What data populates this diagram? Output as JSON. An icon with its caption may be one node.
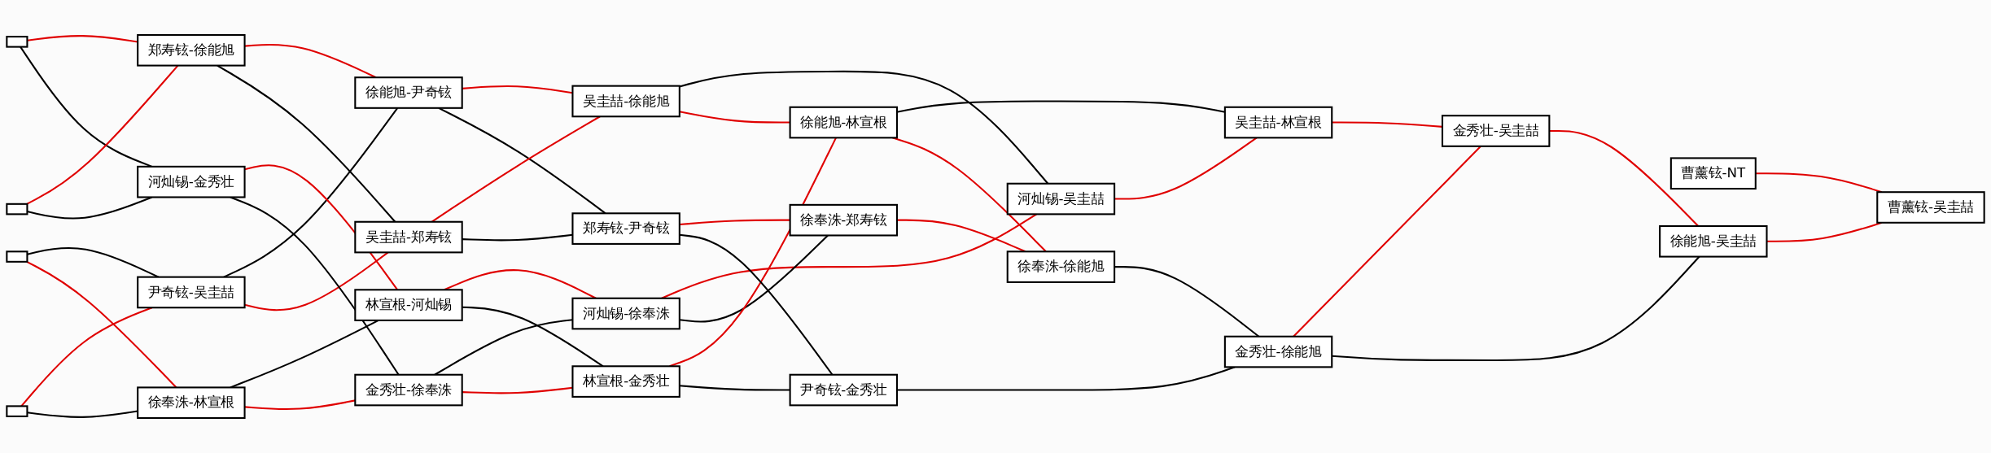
{
  "diagram": {
    "nodes": [
      {
        "text": [],
        "shape": "box"
      },
      {
        "text": [],
        "shape": "box"
      },
      {
        "text": [],
        "shape": "box"
      },
      {
        "text": [],
        "shape": "box"
      },
      {
        "text": [
          "郑寿铉-徐能旭"
        ]
      },
      {
        "text": [
          "尹奇铉-吴圭喆"
        ]
      },
      {
        "text": [
          "河灿锡-金秀壮"
        ]
      },
      {
        "text": [
          "徐奉洙-林宣根"
        ]
      },
      {
        "text": [
          "徐能旭-尹奇铉"
        ]
      },
      {
        "text": [
          "吴圭喆-郑寿铉"
        ]
      },
      {
        "text": [
          "林宣根-河灿锡"
        ]
      },
      {
        "text": [
          "金秀壮-徐奉洙"
        ]
      },
      {
        "text": [
          "吴圭喆-徐能旭"
        ]
      },
      {
        "text": [
          "河灿锡-徐奉洙"
        ]
      },
      {
        "text": [
          "林宣根-金秀壮"
        ]
      },
      {
        "text": [
          "郑寿铉-尹奇铉"
        ]
      },
      {
        "text": [
          "徐能旭-林宣根"
        ]
      },
      {
        "text": [
          "徐奉洙-郑寿铉"
        ]
      },
      {
        "text": [
          "河灿锡-吴圭喆"
        ]
      },
      {
        "text": [
          "尹奇铉-金秀壮"
        ]
      },
      {
        "text": [
          "徐奉洙-徐能旭"
        ]
      },
      {
        "text": [
          "吴圭喆-林宣根"
        ]
      },
      {
        "text": [
          "金秀壮-徐能旭"
        ]
      },
      {
        "text": [
          "金秀壮-吴圭喆"
        ]
      },
      {
        "text": [
          "曹薰铉-NT"
        ]
      },
      {
        "text": [
          "徐能旭-吴圭喆"
        ]
      },
      {
        "text": [
          "曹薰铉-吴圭喆"
        ]
      }
    ],
    "edges": [
      {
        "from": 0,
        "to": 4,
        "arrow": "none"
      },
      {
        "from": 0,
        "to": 6,
        "arrow": "none",
        "color": "#000000"
      },
      {
        "from": 1,
        "to": 4,
        "arrow": "none"
      },
      {
        "from": 1,
        "to": 6,
        "arrow": "none",
        "color": "#000000"
      },
      {
        "from": 2,
        "to": 5,
        "arrow": "none",
        "color": "#000000"
      },
      {
        "from": 2,
        "to": 7,
        "arrow": "none"
      },
      {
        "from": 3,
        "to": 5,
        "arrow": "none"
      },
      {
        "from": 3,
        "to": 7,
        "arrow": "none",
        "color": "#000000"
      },
      {
        "from": 4,
        "to": 8,
        "arrow": "none"
      },
      {
        "from": 4,
        "to": 9,
        "arrow": "none",
        "color": "#000000"
      },
      {
        "from": 5,
        "to": 8,
        "arrow": "none",
        "color": "#000000"
      },
      {
        "from": 5,
        "to": 9,
        "arrow": "none"
      },
      {
        "from": 6,
        "to": 10,
        "arrow": "none"
      },
      {
        "from": 6,
        "to": 11,
        "arrow": "none",
        "color": "#000000"
      },
      {
        "from": 7,
        "to": 10,
        "arrow": "none",
        "color": "#000000"
      },
      {
        "from": 7,
        "to": 11,
        "arrow": "none"
      },
      {
        "from": 8,
        "to": 12,
        "arrow": "none"
      },
      {
        "from": 8,
        "to": 15,
        "arrow": "none",
        "color": "#000000"
      },
      {
        "from": 9,
        "to": 12,
        "arrow": "none"
      },
      {
        "from": 9,
        "to": 15,
        "arrow": "none",
        "color": "#000000"
      },
      {
        "from": 10,
        "to": 13,
        "arrow": "none"
      },
      {
        "from": 10,
        "to": 14,
        "arrow": "none",
        "color": "#000000"
      },
      {
        "from": 11,
        "to": 13,
        "arrow": "none",
        "color": "#000000"
      },
      {
        "from": 11,
        "to": 14,
        "arrow": "none"
      },
      {
        "from": 12,
        "to": 18,
        "arrow": "none",
        "color": "#000000"
      },
      {
        "from": 12,
        "to": 16,
        "arrow": "none"
      },
      {
        "from": 13,
        "to": 18,
        "arrow": "none"
      },
      {
        "from": 13,
        "to": 17,
        "arrow": "none",
        "color": "#000000"
      },
      {
        "from": 14,
        "to": 16,
        "arrow": "none"
      },
      {
        "from": 14,
        "to": 19,
        "arrow": "none",
        "color": "#000000"
      },
      {
        "from": 15,
        "to": 17,
        "arrow": "none"
      },
      {
        "from": 15,
        "to": 19,
        "arrow": "none",
        "color": "#000000"
      },
      {
        "from": 16,
        "to": 21,
        "arrow": "none",
        "color": "#000000"
      },
      {
        "from": 16,
        "to": 20,
        "arrow": "none"
      },
      {
        "from": 17,
        "to": 20,
        "arrow": "none"
      },
      {
        "from": 18,
        "to": 21,
        "arrow": "none"
      },
      {
        "from": 19,
        "to": 22,
        "arrow": "none",
        "color": "#000000"
      },
      {
        "from": 20,
        "to": 22,
        "arrow": "none",
        "color": "#000000"
      },
      {
        "from": 21,
        "to": 23,
        "arrow": "none"
      },
      {
        "from": 22,
        "to": 23,
        "arrow": "none"
      },
      {
        "from": 23,
        "to": 25,
        "arrow": "none"
      },
      {
        "from": 22,
        "to": 25,
        "arrow": "none",
        "color": "#000000"
      },
      {
        "from": 24,
        "to": 26,
        "arrow": "none"
      },
      {
        "from": 25,
        "to": 26,
        "arrow": "none"
      }
    ]
  }
}
